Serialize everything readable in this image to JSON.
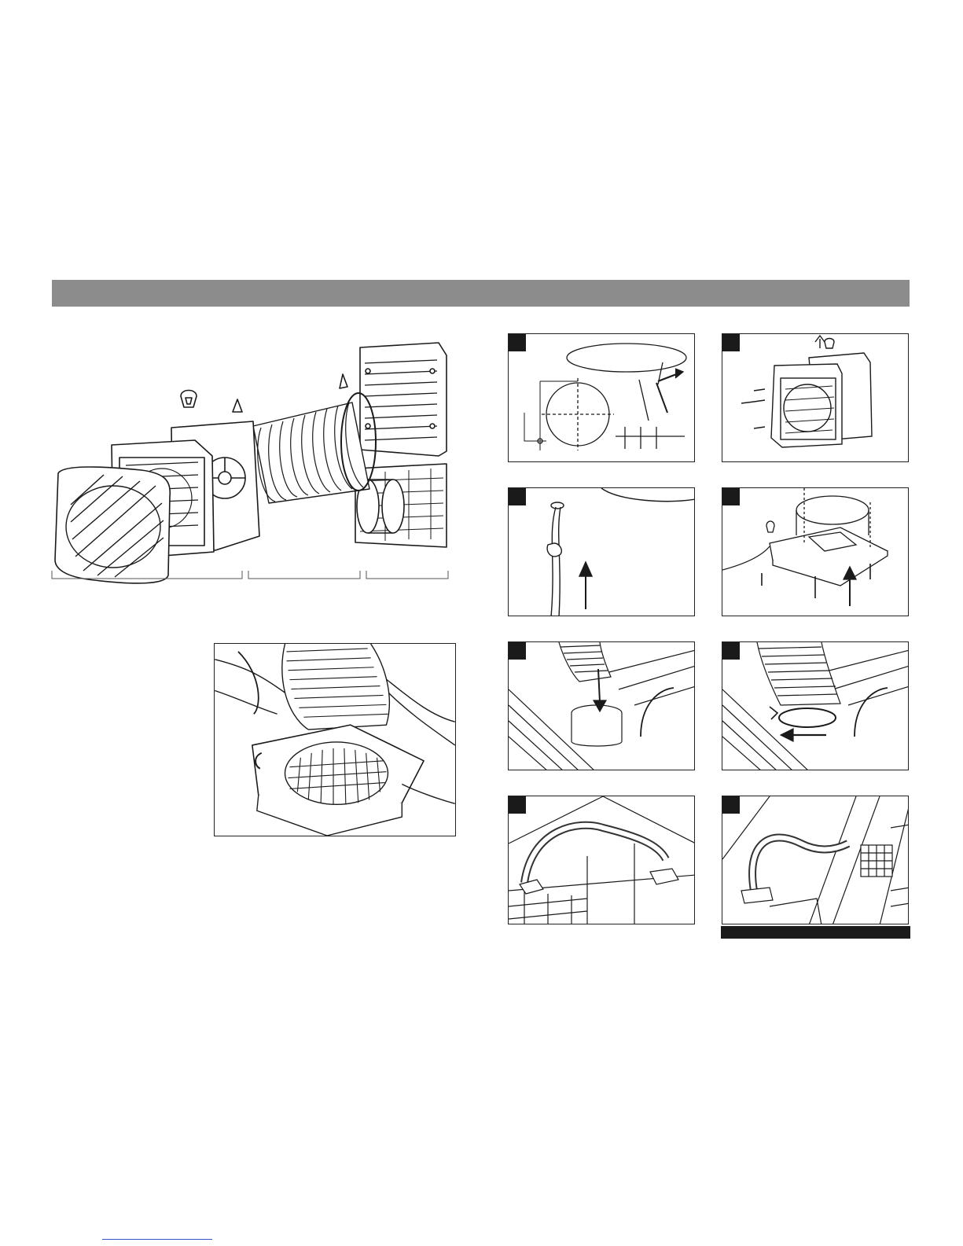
{
  "page": {
    "section_header": "",
    "steps": [
      {
        "id": 1,
        "subject": "measure-and-mark-hole"
      },
      {
        "id": 2,
        "subject": "remove-fan-cover"
      },
      {
        "id": 3,
        "subject": "feed-cable-through-ceiling"
      },
      {
        "id": 4,
        "subject": "screw-mounting-plate"
      },
      {
        "id": 5,
        "subject": "attach-duct-to-spigot"
      },
      {
        "id": 6,
        "subject": "fasten-duct-clamp"
      },
      {
        "id": 7,
        "subject": "route-duct-to-soffit"
      },
      {
        "id": 8,
        "subject": "route-duct-to-wall-grille"
      }
    ]
  },
  "colors": {
    "header_bar": "#8c8c8c",
    "ink": "#1a1a1a",
    "paper": "#ffffff"
  }
}
